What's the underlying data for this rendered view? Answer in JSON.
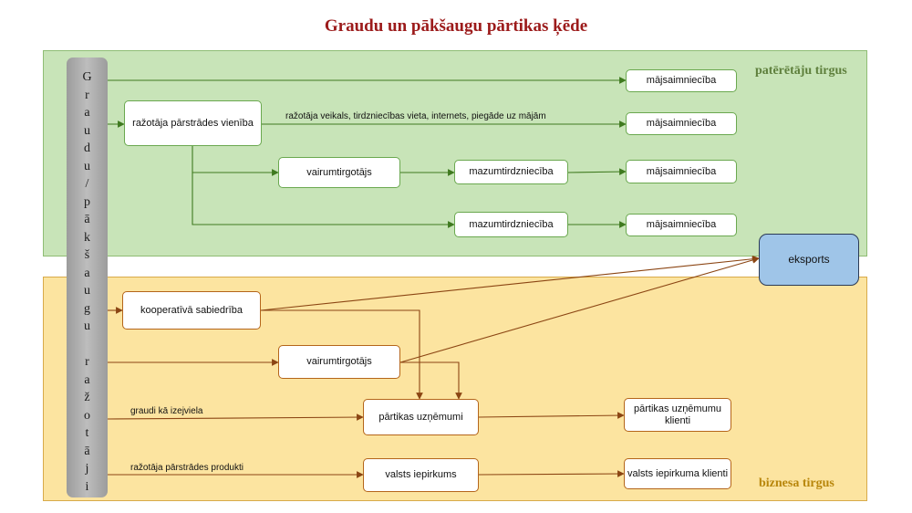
{
  "title": "Graudu un pākšaugu pārtikas ķēde",
  "regions": {
    "consumer": "patērētāju tirgus",
    "business": "biznesa tirgus"
  },
  "producer_label": "G\nr\na\nu\nd\nu\n/\np\nā\nk\nš\na\nu\ng\nu\n \nr\na\nž\no\nt\nā\nj\ni",
  "nodes": {
    "household_1": "mājsaimniecība",
    "household_2": "mājsaimniecība",
    "household_3": "mājsaimniecība",
    "household_4": "mājsaimniecība",
    "processing_unit": "ražotāja pārstrādes vienība",
    "wholesaler_consumer": "vairumtirgotājs",
    "retail_1": "mazumtirdzniecība",
    "retail_2": "mazumtirdzniecība",
    "export": "eksports",
    "cooperative": "kooperatīvā sabiedrība",
    "wholesaler_business": "vairumtirgotājs",
    "food_companies": "pārtikas uzņēmumi",
    "food_company_clients": "pārtikas uzņēmumu klienti",
    "state_procurement": "valsts iepirkums",
    "procurement_clients": "valsts iepirkuma klienti"
  },
  "edge_labels": {
    "shop_channels": "ražotāja veikals, tirdzniecības vieta, internets, piegāde uz mājām",
    "grain_raw": "graudi kā izejviela",
    "processed_products": "ražotāja pārstrādes produkti"
  },
  "colors": {
    "consumer_region": "#c8e4b8",
    "business_region": "#fce4a0",
    "consumer_arrow": "#3f7a1f",
    "business_arrow": "#8b4513",
    "export_box": "#9fc5e8",
    "title": "#9c1b1b"
  }
}
